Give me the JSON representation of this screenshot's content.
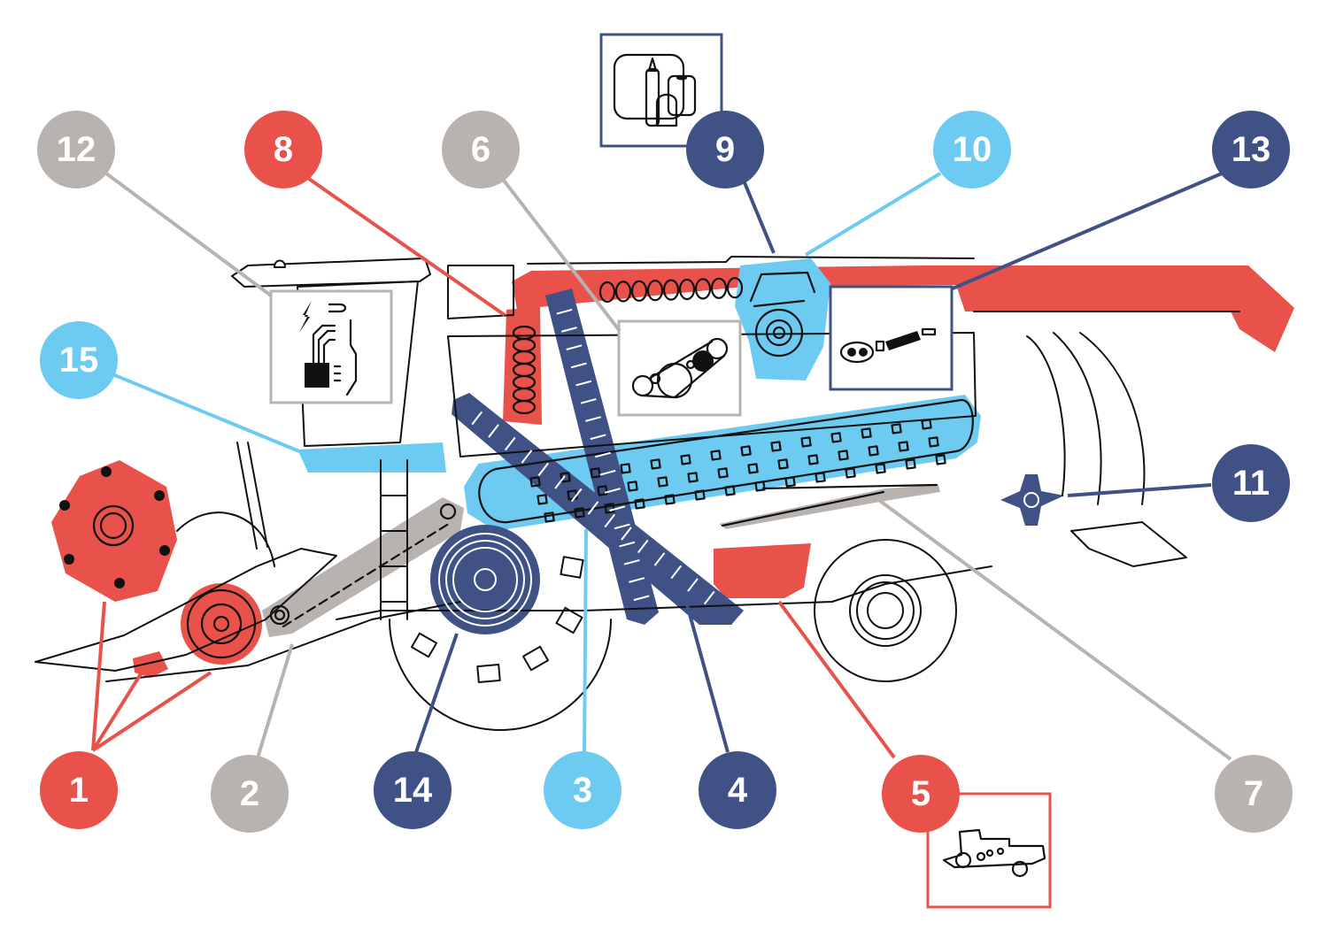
{
  "diagram": {
    "subject": "Combine harvester component callouts",
    "palette": {
      "red": "#E8524A",
      "grey": "#B8B3AF",
      "navy": "#3F5185",
      "light_blue": "#6DCBF2",
      "outline": "#111111",
      "background": "#FFFFFF"
    },
    "callouts": [
      {
        "number": "1",
        "color": "red",
        "component": "header-reel-knives"
      },
      {
        "number": "2",
        "color": "grey",
        "component": "feeder-chain"
      },
      {
        "number": "3",
        "color": "light_blue",
        "component": "rotor"
      },
      {
        "number": "4",
        "color": "navy",
        "component": "elevators"
      },
      {
        "number": "5",
        "color": "red",
        "component": "sieves-cleaning-shoe"
      },
      {
        "number": "6",
        "color": "grey",
        "component": "belt-drives"
      },
      {
        "number": "7",
        "color": "grey",
        "component": "straw-walker-shafts"
      },
      {
        "number": "8",
        "color": "red",
        "component": "grain-augers"
      },
      {
        "number": "9",
        "color": "navy",
        "component": "filters"
      },
      {
        "number": "10",
        "color": "light_blue",
        "component": "engine"
      },
      {
        "number": "11",
        "color": "navy",
        "component": "chopper-spreader"
      },
      {
        "number": "12",
        "color": "grey",
        "component": "electrical-electronics"
      },
      {
        "number": "13",
        "color": "navy",
        "component": "hydraulics-gear-drive"
      },
      {
        "number": "14",
        "color": "navy",
        "component": "drum-wheel"
      },
      {
        "number": "15",
        "color": "light_blue",
        "component": "cab-platform"
      }
    ],
    "insets": [
      {
        "id": "filters",
        "color": "navy",
        "icon": "filters-icon"
      },
      {
        "id": "electronics",
        "color": "grey",
        "icon": "circuit-board-icon"
      },
      {
        "id": "belt-drive",
        "color": "grey",
        "icon": "belt-pulley-icon"
      },
      {
        "id": "hydraulics",
        "color": "navy",
        "icon": "gear-pump-cylinder-icon"
      },
      {
        "id": "drive-layout",
        "color": "red",
        "icon": "combine-drive-layout-icon"
      }
    ]
  }
}
